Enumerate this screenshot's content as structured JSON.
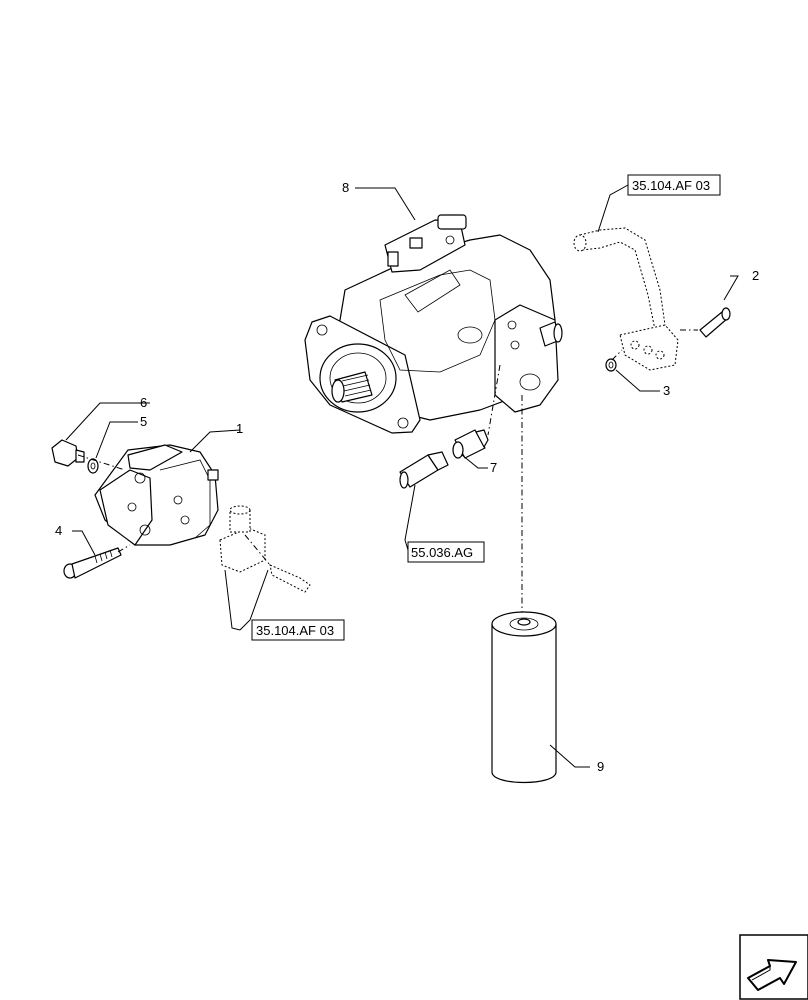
{
  "callouts": {
    "c1": "1",
    "c2": "2",
    "c3": "3",
    "c4": "4",
    "c5": "5",
    "c6": "6",
    "c7": "7",
    "c8": "8",
    "c9": "9"
  },
  "references": {
    "ref_tube_top": "35.104.AF 03",
    "ref_sensor": "55.036.AG",
    "ref_tube_left": "35.104.AF 03"
  },
  "nav": {
    "icon": "arrow-next-icon"
  }
}
